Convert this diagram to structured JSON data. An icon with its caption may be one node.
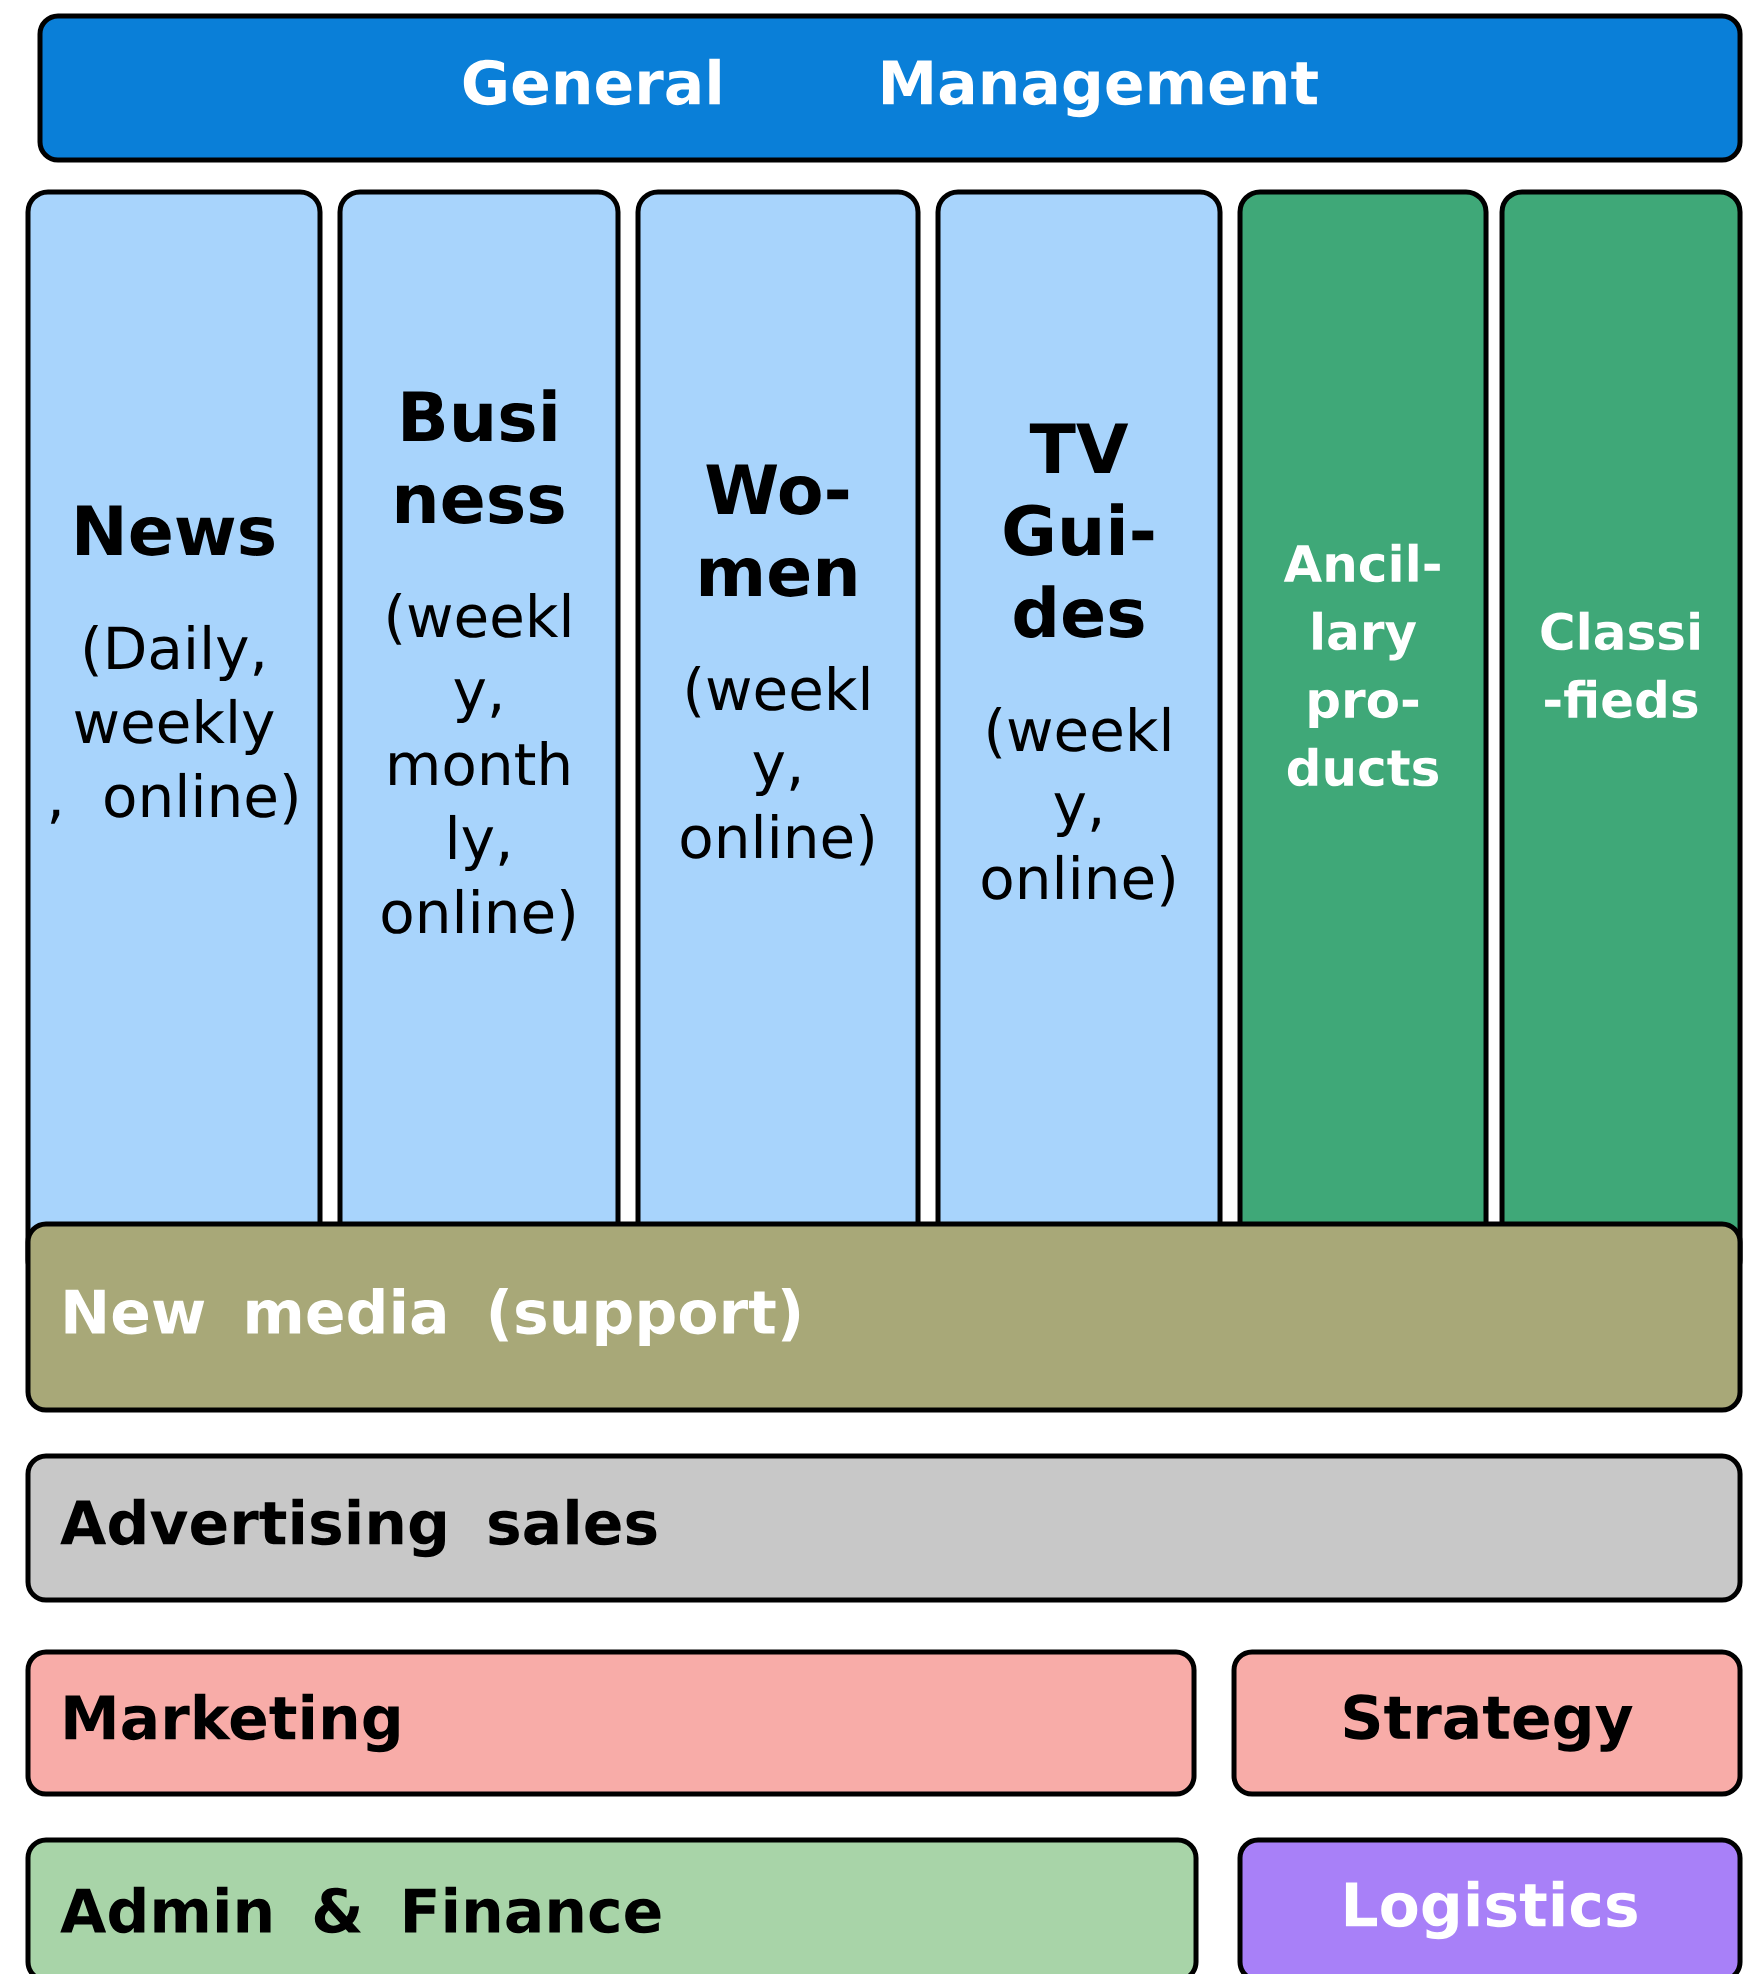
{
  "diagram": {
    "nodes": [
      {
        "text": [
          "General Management"
        ]
      },
      {
        "text": [
          "News",
          "(Daily, weekly , online)"
        ]
      },
      {
        "text": [
          "Busi ness",
          "(weekl y, month ly, online)"
        ]
      },
      {
        "text": [
          "Wo- men",
          "(weekl y, online)"
        ]
      },
      {
        "text": [
          "TV Gui- des",
          "(weekl y, online)"
        ]
      },
      {
        "text": [
          "Ancil- lary pro- ducts"
        ]
      },
      {
        "text": [
          "Classi -fieds"
        ]
      },
      {
        "text": [
          "New media (support)"
        ]
      },
      {
        "text": [
          "Advertising sales"
        ]
      },
      {
        "text": [
          "Marketing"
        ]
      },
      {
        "text": [
          "Strategy"
        ]
      },
      {
        "text": [
          "Admin & Finance"
        ]
      },
      {
        "text": [
          "Logistics"
        ]
      }
    ]
  }
}
